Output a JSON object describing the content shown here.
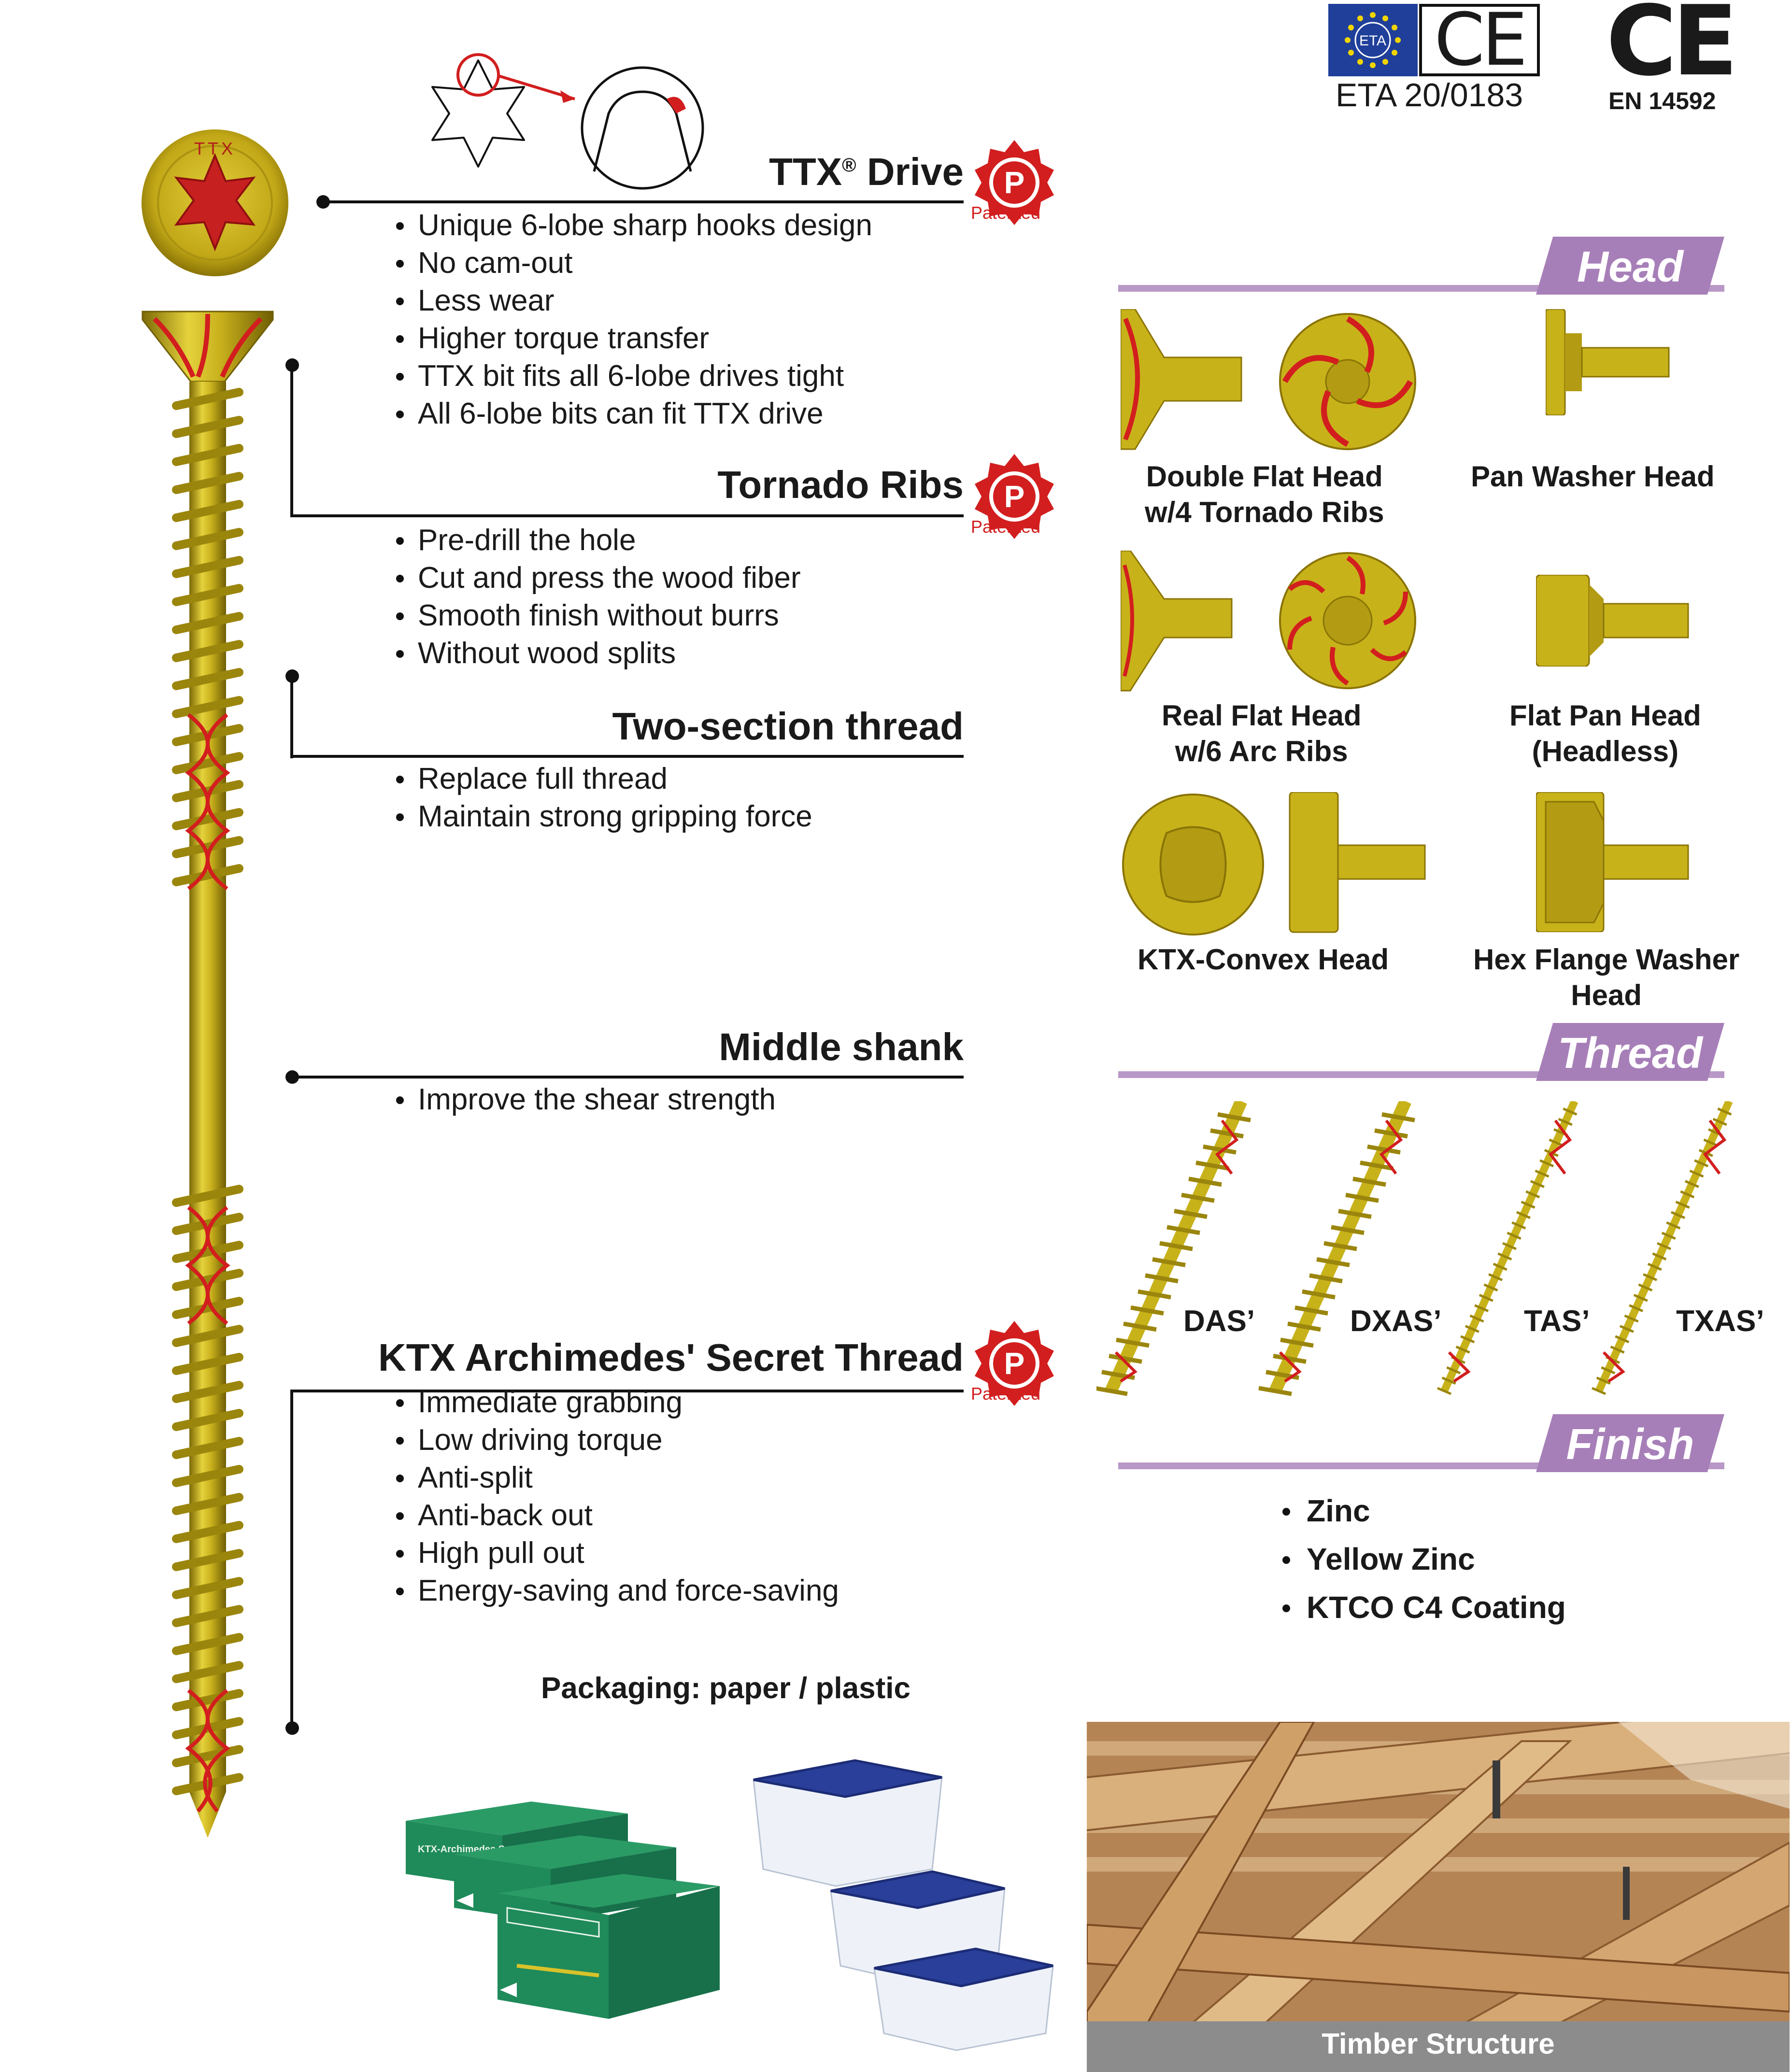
{
  "certifications": {
    "eta_badge_text": "ETA",
    "eta_mark": "CE",
    "eta_number": "ETA 20/0183",
    "en_mark": "CE",
    "en_number": "EN 14592"
  },
  "screw_head_brand": "TTX",
  "features": [
    {
      "title": "TTX",
      "title_suffix": "Drive",
      "reg_mark": "®",
      "patented": true,
      "patent_letter": "P",
      "patent_label": "Patented",
      "bullets": [
        "Unique 6-lobe sharp hooks design",
        "No cam-out",
        "Less wear",
        "Higher torque transfer",
        "TTX bit fits all 6-lobe drives tight",
        "All 6-lobe bits can fit TTX drive"
      ]
    },
    {
      "title": "Tornado Ribs",
      "patented": true,
      "patent_letter": "P",
      "patent_label": "Patented",
      "bullets": [
        "Pre-drill the hole",
        "Cut and press the wood fiber",
        "Smooth finish without burrs",
        "Without wood splits"
      ]
    },
    {
      "title": "Two-section thread",
      "patented": false,
      "bullets": [
        "Replace full thread",
        "Maintain strong gripping force"
      ]
    },
    {
      "title": "Middle shank",
      "patented": false,
      "bullets": [
        "Improve the shear strength"
      ]
    },
    {
      "title": "KTX Archimedes' Secret Thread",
      "patented": true,
      "patent_letter": "P",
      "patent_label": "Patented",
      "bullets": [
        "Immediate grabbing",
        "Low driving torque",
        "Anti-split",
        "Anti-back out",
        "High pull out",
        "Energy-saving and force-saving"
      ]
    }
  ],
  "packaging": {
    "label": "Packaging: paper / plastic",
    "box_print": "KTX-Archimedes Secret Structural Screw"
  },
  "sections": {
    "head": {
      "title": "Head",
      "types": [
        {
          "line1": "Double Flat Head",
          "line2": "w/4 Tornado Ribs"
        },
        {
          "line1": "Pan Washer Head",
          "line2": ""
        },
        {
          "line1": "Real Flat Head",
          "line2": "w/6 Arc Ribs"
        },
        {
          "line1": "Flat Pan Head",
          "line2": "(Headless)"
        },
        {
          "line1": "KTX-Convex Head",
          "line2": ""
        },
        {
          "line1": "Hex Flange Washer",
          "line2": "Head"
        }
      ]
    },
    "thread": {
      "title": "Thread",
      "types": [
        "DAS’",
        "DXAS’",
        "TAS’",
        "TXAS’"
      ]
    },
    "finish": {
      "title": "Finish",
      "items": [
        "Zinc",
        "Yellow Zinc",
        "KTCO C4 Coating"
      ]
    }
  },
  "photo_caption": "Timber Structure",
  "colors": {
    "screw_gold": "#c9b21a",
    "screw_dark": "#8f7c0c",
    "rib_red": "#d21e1e",
    "section_purple": "#a77fb8",
    "section_line": "#b898c6",
    "box_green": "#1f8a5a",
    "lid_blue": "#2a3f9a"
  },
  "icons": [
    "eta-stars-icon",
    "ce-mark-icon",
    "patent-seal-icon",
    "six-lobe-drive-icon"
  ]
}
